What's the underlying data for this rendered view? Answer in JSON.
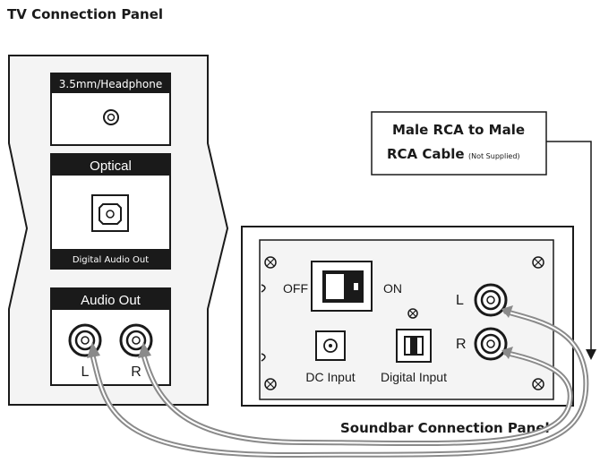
{
  "tv_panel": {
    "title": "TV Connection Panel",
    "headphone_label": "3.5mm/Headphone",
    "optical_label": "Optical",
    "digital_audio_out_label": "Digital Audio Out",
    "audio_out_label": "Audio Out",
    "left_label": "L",
    "right_label": "R"
  },
  "cable_callout": {
    "line1": "Male RCA to Male",
    "line2": "RCA Cable",
    "note": "(Not Supplied)"
  },
  "soundbar_panel": {
    "title": "Soundbar Connection Panel",
    "off_label": "OFF",
    "on_label": "ON",
    "dc_input_label": "DC Input",
    "digital_input_label": "Digital Input",
    "left_label": "L",
    "right_label": "R"
  },
  "colors": {
    "ink": "#1a1a1a",
    "cable": "#8a8a8a",
    "panel_fill": "#f4f4f4",
    "header_fill": "#1a1a1a"
  }
}
